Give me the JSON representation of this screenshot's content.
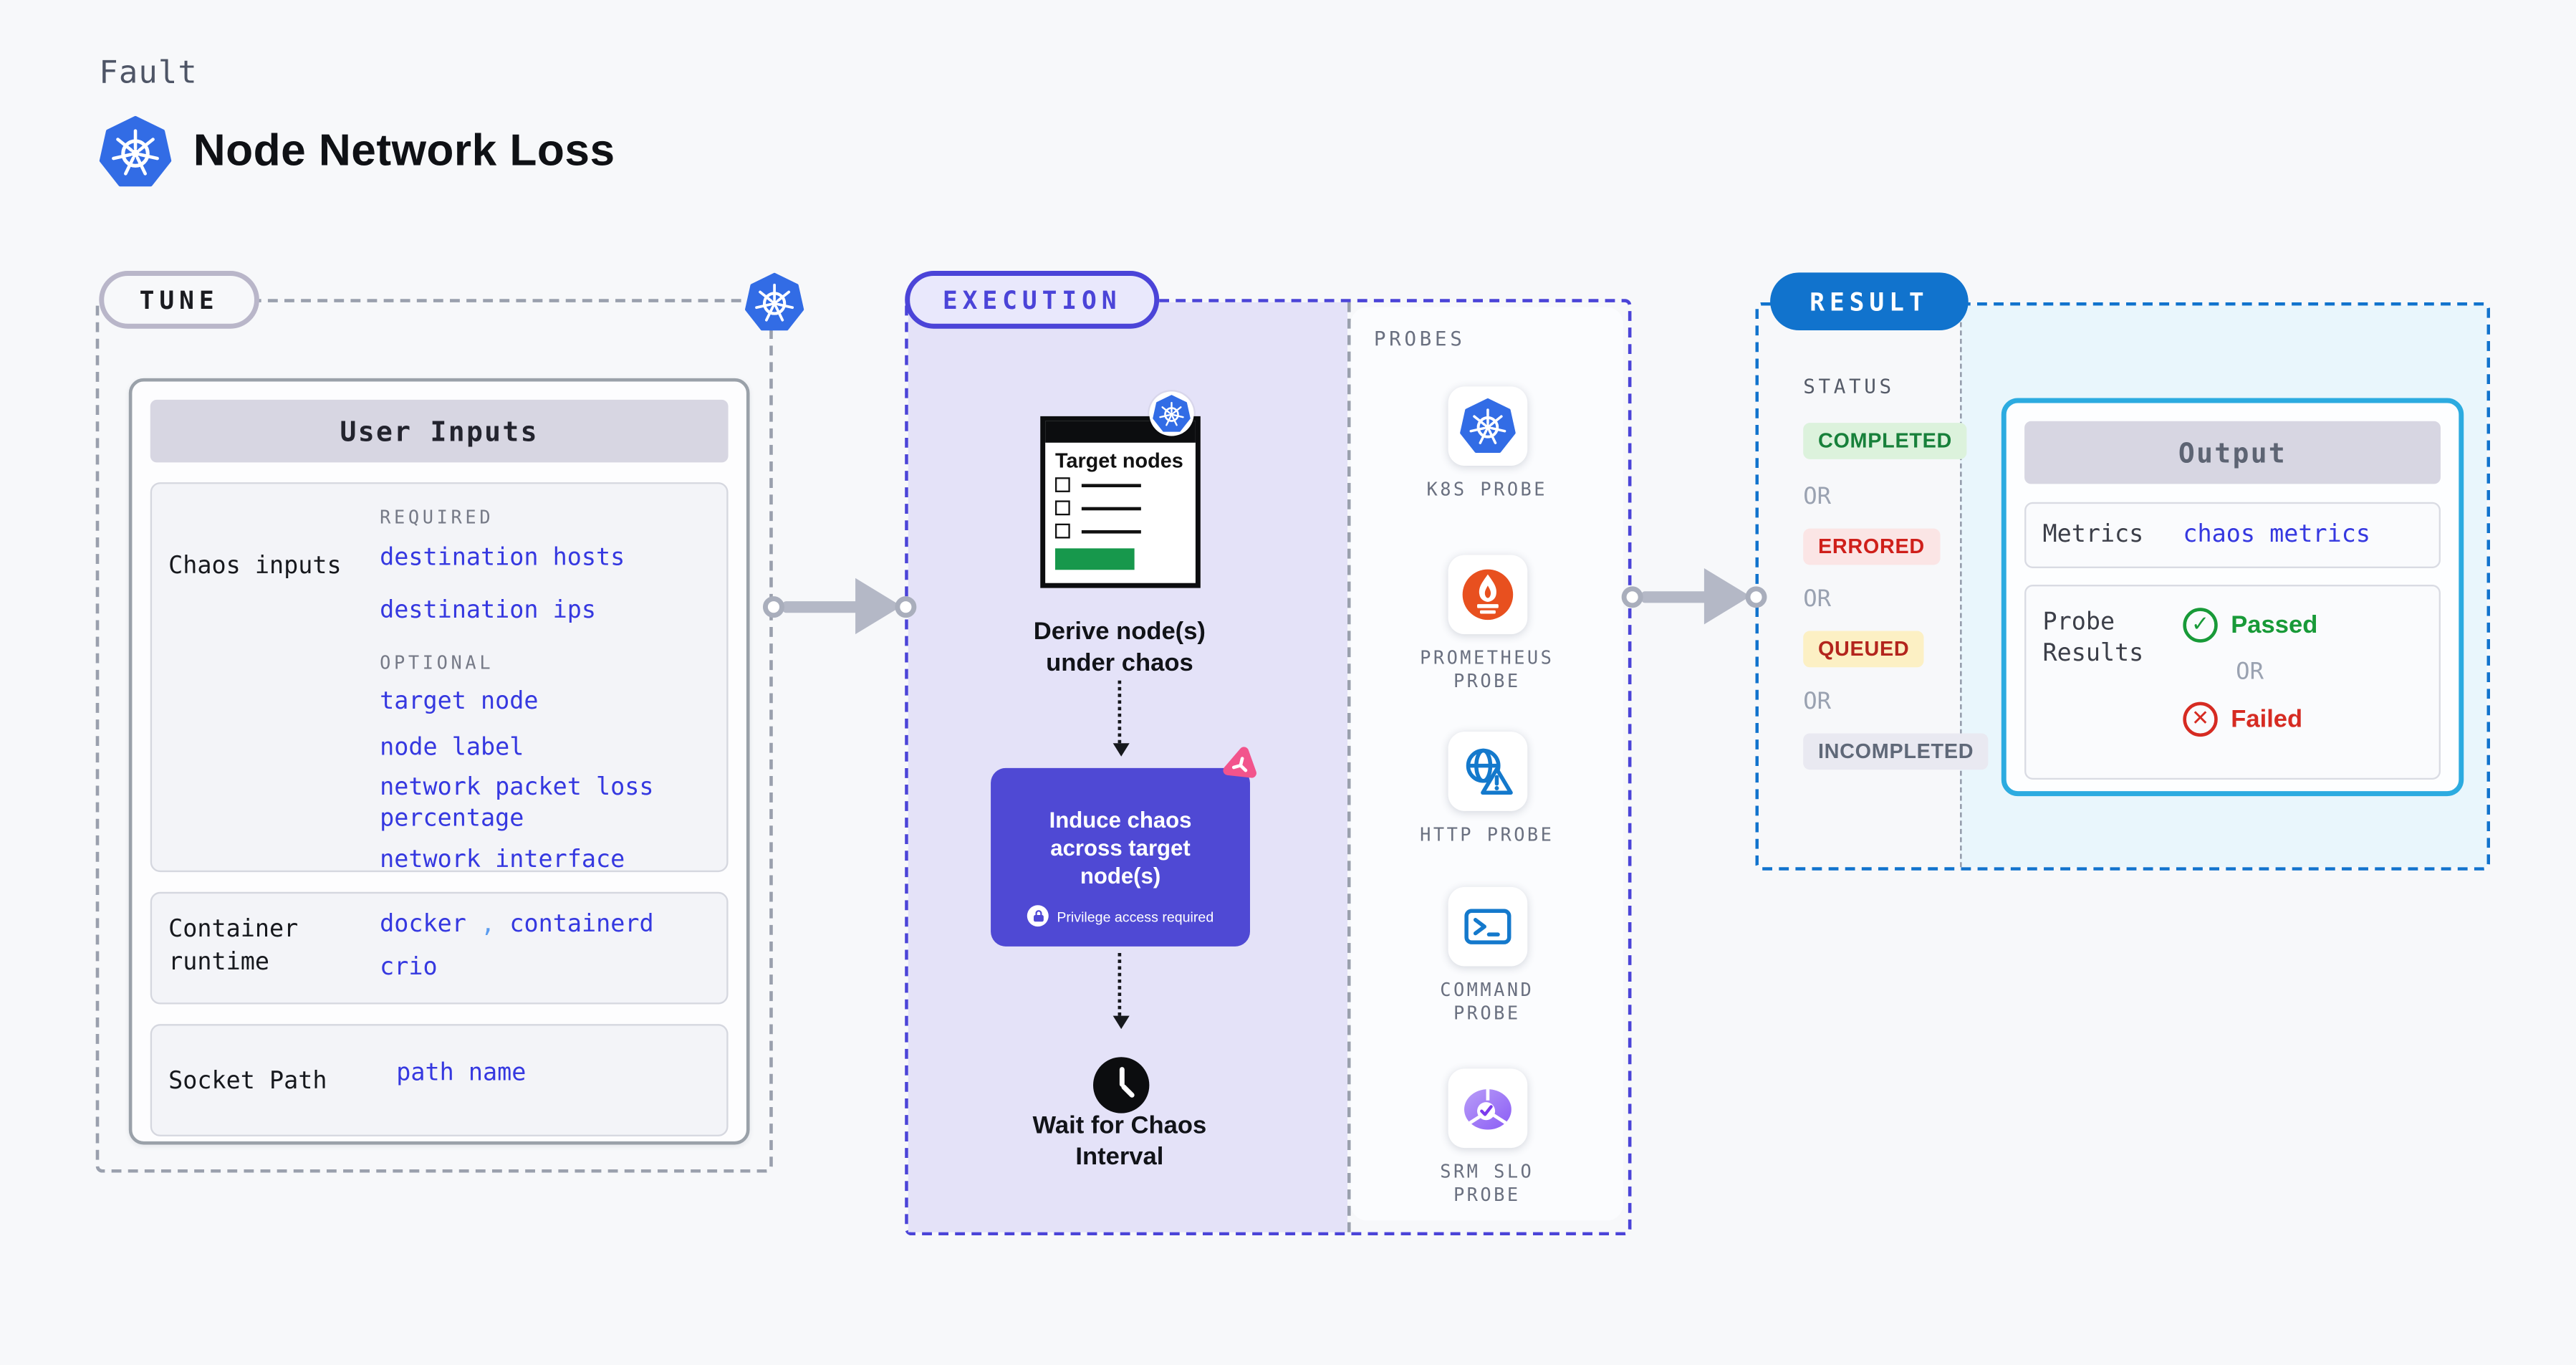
{
  "header": {
    "kicker": "Fault",
    "title": "Node Network Loss"
  },
  "tune": {
    "pill": "TUNE",
    "card_title": "User Inputs",
    "chaos": {
      "label": "Chaos inputs",
      "required_heading": "REQUIRED",
      "required": [
        "destination hosts",
        "destination ips"
      ],
      "optional_heading": "OPTIONAL",
      "optional": [
        "target node",
        "node label",
        "network packet loss percentage",
        "network interface"
      ]
    },
    "runtime": {
      "label": "Container runtime",
      "value1": "docker",
      "separator": ",",
      "value2": "containerd",
      "value3": "crio"
    },
    "socket": {
      "label": "Socket Path",
      "value": "path name"
    }
  },
  "execution": {
    "pill": "EXECUTION",
    "window_title": "Target nodes",
    "step_derive": "Derive node(s) under chaos",
    "step_induce": "Induce chaos across target node(s)",
    "privilege_note": "Privilege access required",
    "step_wait": "Wait for Chaos Interval",
    "probes": {
      "title": "PROBES",
      "items": [
        {
          "label": "K8S PROBE",
          "icon": "kubernetes-icon"
        },
        {
          "label": "PROMETHEUS PROBE",
          "icon": "prometheus-icon"
        },
        {
          "label": "HTTP PROBE",
          "icon": "globe-warning-icon"
        },
        {
          "label": "COMMAND PROBE",
          "icon": "terminal-icon"
        },
        {
          "label": "SRM SLO PROBE",
          "icon": "slo-gauge-check-icon"
        }
      ]
    }
  },
  "result": {
    "pill": "RESULT",
    "status_title": "STATUS",
    "or": "OR",
    "statuses": [
      {
        "label": "COMPLETED",
        "fg": "#17803a",
        "bg": "#dcf2dc"
      },
      {
        "label": "ERRORED",
        "fg": "#cf1f1a",
        "bg": "#fbe5e5"
      },
      {
        "label": "QUEUED",
        "fg": "#b3251d",
        "bg": "#fcf0c4"
      },
      {
        "label": "INCOMPLETED",
        "fg": "#5f6878",
        "bg": "#e9e9f1"
      }
    ],
    "output": {
      "title": "Output",
      "metrics_label": "Metrics",
      "metrics_value": "chaos metrics",
      "probe_results_label": "Probe Results",
      "passed": "Passed",
      "failed": "Failed"
    }
  },
  "colors": {
    "page_bg": "#f7f8fa",
    "kubernetes_blue": "#326ce5",
    "link_blue": "#3538e0",
    "indigo_accent": "#4b44d8",
    "execution_panel": "#e4e2f8",
    "induce_purple": "#4f49d4",
    "result_blue": "#1173cd",
    "output_border_cyan": "#2cabe0",
    "result_panel_cyan": "#e9f6fc",
    "passed_green": "#189a38",
    "failed_red": "#d62b22",
    "chaos_pink": "#f2548c",
    "prometheus_orange": "#e8501f",
    "target_button_green": "#17984c"
  }
}
